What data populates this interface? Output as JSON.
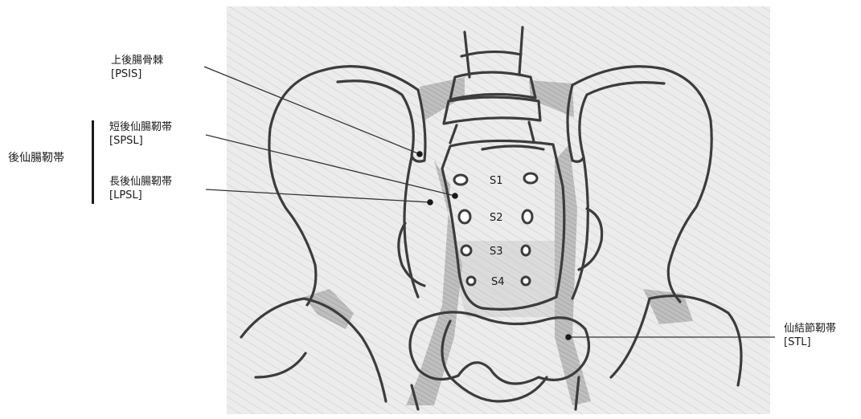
{
  "labels": {
    "psis_jp": "上後腸骨棘",
    "psis_abbr": "[PSIS]",
    "spsl_jp": "短後仙腸靭帯",
    "spsl_abbr": "[SPSL]",
    "lpsl_jp": "長後仙腸靭帯",
    "lpsl_abbr": "[LPSL]",
    "group": "後仙腸靭帯",
    "stl_jp": "仙結節靭帯",
    "stl_abbr": "[STL]"
  },
  "foramina": [
    "S1",
    "S2",
    "S3",
    "S4"
  ],
  "colors": {
    "line": "#333333",
    "paper": "#ebebeb",
    "shade": "#9c9c9c",
    "text": "#1a1a1a"
  }
}
